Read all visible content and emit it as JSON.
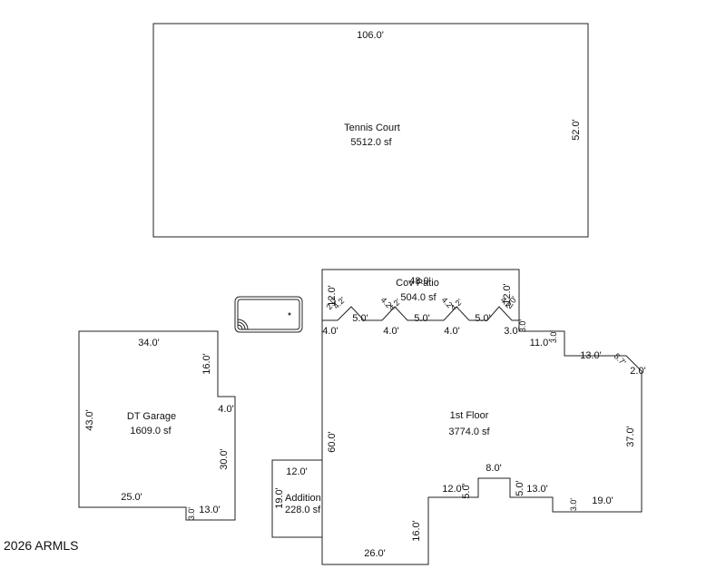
{
  "areas": {
    "tennis": {
      "name": "Tennis Court",
      "area": "5512.0 sf",
      "dims": {
        "top": "106.0'",
        "right": "52.0'"
      }
    },
    "patio": {
      "name": "Cov Patio",
      "area": "504.0 sf",
      "dims": {
        "top": "48.0'",
        "left_h": "12.0'",
        "right_h": "12.0'",
        "seg1": "5.0'",
        "seg2": "5.0'",
        "seg3": "5.0'",
        "diag1": "4.2'",
        "diag2": "4.2'",
        "diag3": "4.2'",
        "diag4": "4.2'",
        "diag5": "4.2'",
        "diag6": "4.2'",
        "corner_l": "2.0'",
        "corner_r": "2.0'"
      }
    },
    "garage": {
      "name": "DT Garage",
      "area": "1609.0 sf",
      "dims": {
        "top": "34.0'",
        "left": "43.0'",
        "right_upper": "16.0'",
        "notch": "4.0'",
        "right_lower": "30.0'",
        "bottom": "25.0'",
        "step": "3.0'",
        "bottom_right": "13.0'"
      }
    },
    "addition": {
      "name": "Addition",
      "area": "228.0 sf",
      "dims": {
        "top": "12.0'",
        "left": "19.0'"
      }
    },
    "floor": {
      "name": "1st Floor",
      "area": "3774.0 sf",
      "dims": {
        "left": "60.0'",
        "bottom": "26.0'",
        "seg_a": "4.0'",
        "seg_b": "4.0'",
        "seg_c": "4.0'",
        "seg_d": "3.0'",
        "step_v1": "3.0'",
        "right_top": "11.0'",
        "step_v2": "3.0'",
        "right_mid": "13.0'",
        "diag": "5.7'",
        "right_small": "2.0'",
        "right_side": "37.0'",
        "bottom_right": "19.0'",
        "step_v3": "3.0'",
        "bump_r": "13.0'",
        "bump_rv": "5.0'",
        "bump_top": "8.0'",
        "bump_lv": "5.0'",
        "bump_l": "12.0'",
        "left_step": "16.0'"
      }
    }
  },
  "watermark": "2026 ARMLS",
  "icons": {
    "pool": "pool-icon"
  }
}
